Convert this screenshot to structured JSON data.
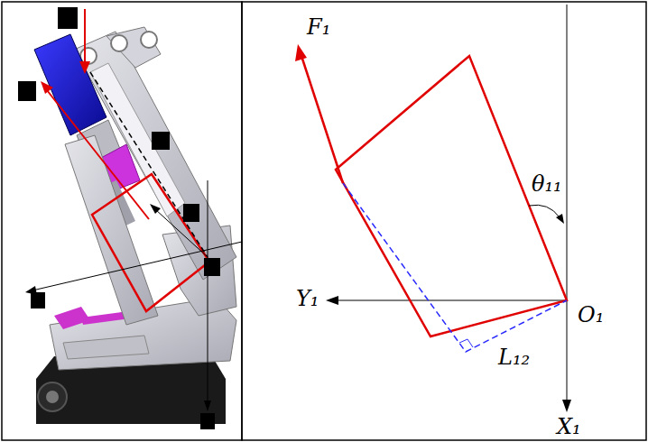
{
  "diagram": {
    "labels": [
      "F₁",
      "θ₁₁",
      "Y₁",
      "O₁",
      "L₁₂",
      "X₁"
    ]
  }
}
